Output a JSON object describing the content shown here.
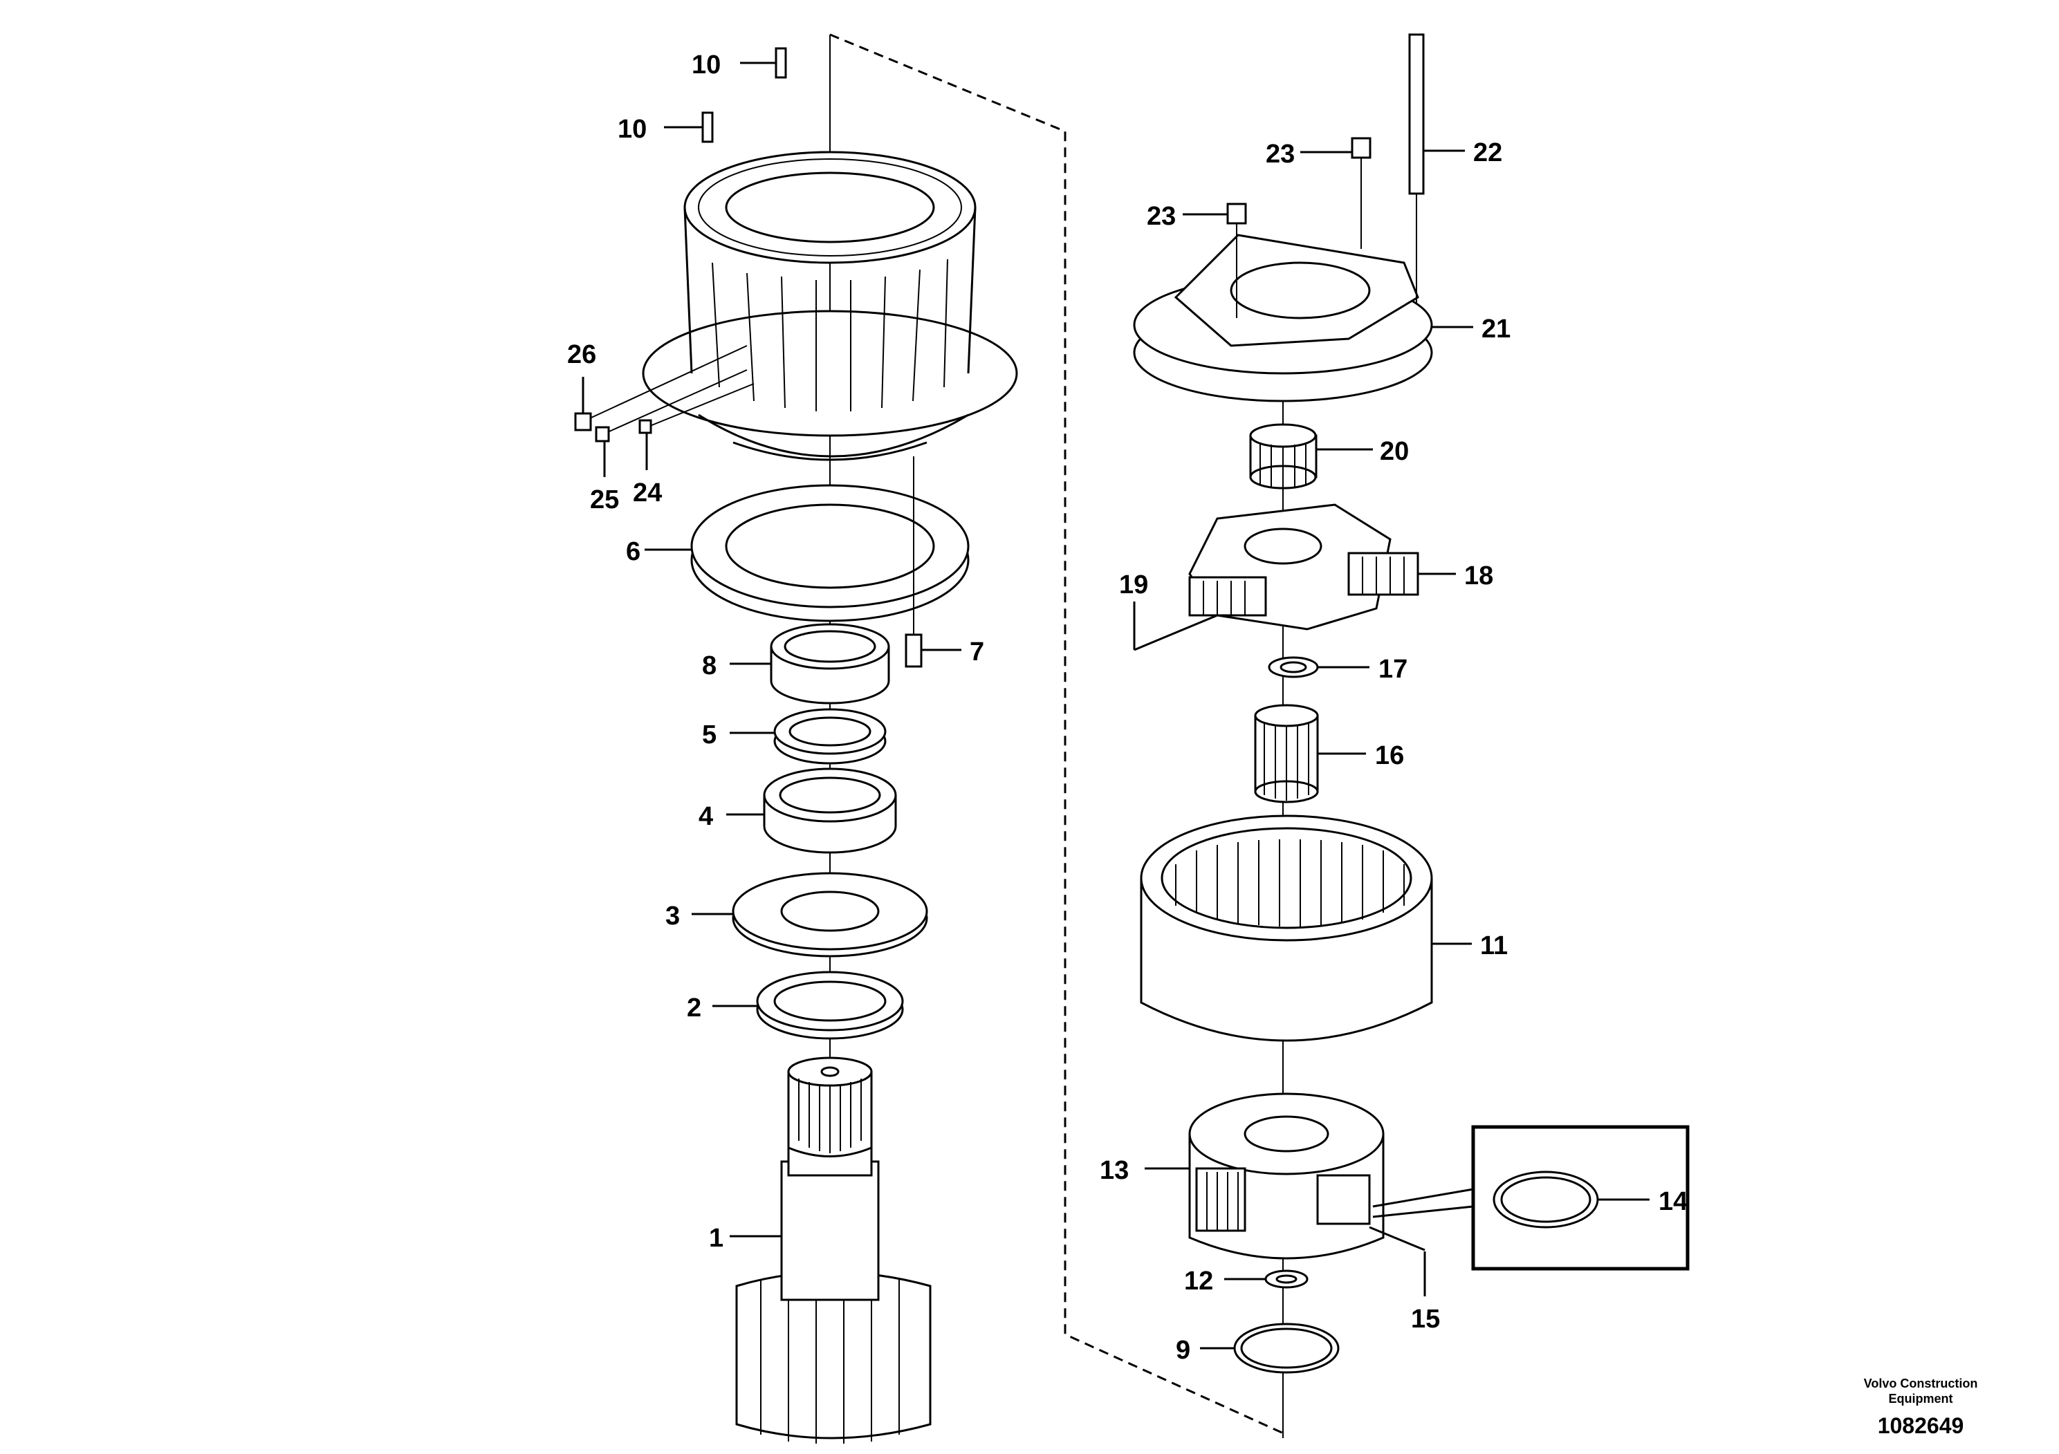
{
  "callouts": {
    "c1": "1",
    "c2": "2",
    "c3": "3",
    "c4": "4",
    "c5": "5",
    "c6": "6",
    "c7": "7",
    "c8": "8",
    "c9": "9",
    "c10a": "10",
    "c10b": "10",
    "c11": "11",
    "c12": "12",
    "c13": "13",
    "c14": "14",
    "c15": "15",
    "c16": "16",
    "c17": "17",
    "c18": "18",
    "c19": "19",
    "c20": "20",
    "c21": "21",
    "c22": "22",
    "c23a": "23",
    "c23b": "23",
    "c24": "24",
    "c25": "25",
    "c26": "26"
  },
  "footer": {
    "company_line1": "Volvo Construction",
    "company_line2": "Equipment",
    "drawing_number": "1082649"
  }
}
